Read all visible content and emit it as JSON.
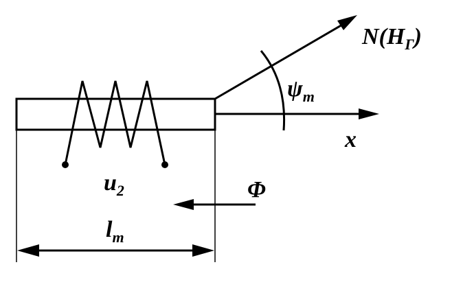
{
  "labels": {
    "field_vector": "N(H",
    "field_subscript": "Г",
    "field_close": ")",
    "angle_symbol": "ψ",
    "angle_subscript": "m",
    "axis": "x",
    "winding_symbol": "u",
    "winding_subscript": "2",
    "flux": "Φ",
    "length_symbol": "l",
    "length_subscript": "m"
  },
  "colors": {
    "stroke": "#000000",
    "background": "#ffffff"
  }
}
